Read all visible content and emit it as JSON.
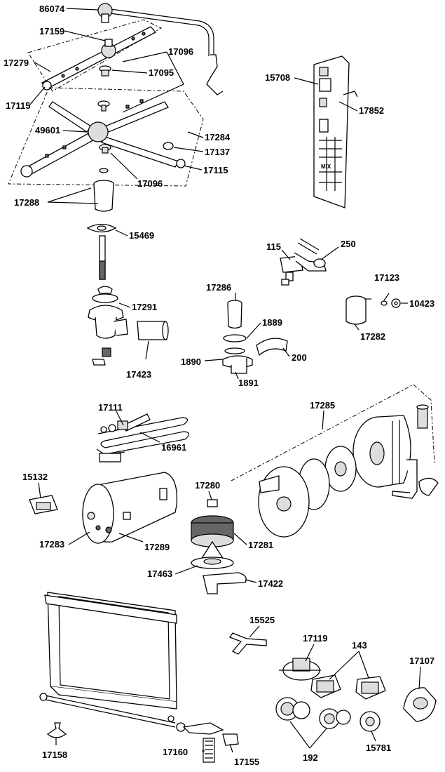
{
  "labels": {
    "p86074": "86074",
    "p17159": "17159",
    "p17279": "17279",
    "p17096a": "17096",
    "p17095": "17095",
    "p17115a": "17115",
    "p49601": "49601",
    "p17284": "17284",
    "p17137": "17137",
    "p17115b": "17115",
    "p17096b": "17096",
    "p17288": "17288",
    "p15708": "15708",
    "p17852": "17852",
    "p15469": "15469",
    "p115": "115",
    "p250": "250",
    "p17291": "17291",
    "p17286": "17286",
    "p17123": "17123",
    "p10423": "10423",
    "p1889": "1889",
    "p17282": "17282",
    "p1890": "1890",
    "p200": "200",
    "p17423": "17423",
    "p1891": "1891",
    "p17285": "17285",
    "p17111": "17111",
    "p16961": "16961",
    "p15132": "15132",
    "p17280": "17280",
    "p17283": "17283",
    "p17289": "17289",
    "p17281": "17281",
    "p17463": "17463",
    "p17422": "17422",
    "p15525": "15525",
    "p17119": "17119",
    "p143": "143",
    "p17107": "17107",
    "p17158": "17158",
    "p17160": "17160",
    "p17155": "17155",
    "p192": "192",
    "p15781": "15781"
  },
  "panel_text": "MIX"
}
